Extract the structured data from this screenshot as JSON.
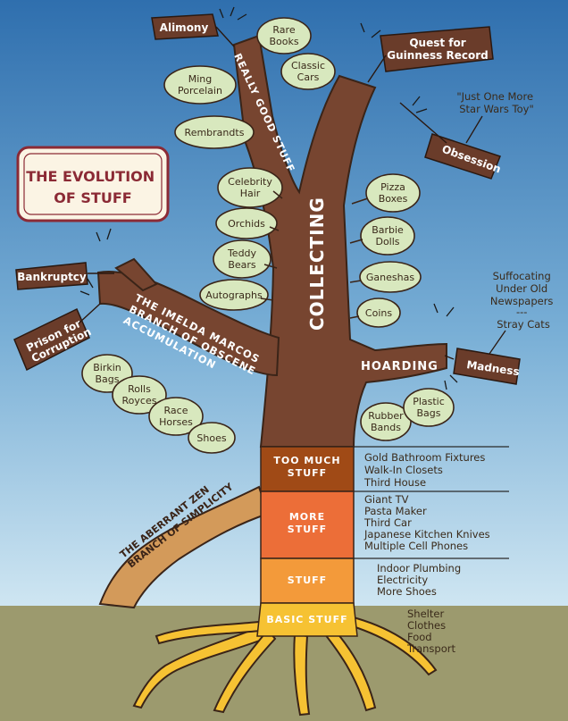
{
  "title": {
    "line1": "THE EVOLUTION",
    "line2": "OF STUFF"
  },
  "trunk": {
    "collecting": "COLLECTING",
    "really_good_stuff": "REALLY GOOD STUFF",
    "hoarding": "HOARDING",
    "imelda": [
      "THE IMELDA MARCOS",
      "BRANCH OF OBSCENE",
      "ACCUMULATION"
    ],
    "zen": [
      "THE ABERRANT ZEN",
      "BRANCH OF SIMPLICITY"
    ]
  },
  "leaves": {
    "rare_books": [
      "Rare",
      "Books"
    ],
    "classic_cars": [
      "Classic",
      "Cars"
    ],
    "ming_porcelain": [
      "Ming",
      "Porcelain"
    ],
    "rembrandts": [
      "Rembrandts"
    ],
    "celebrity_hair": [
      "Celebrity",
      "Hair"
    ],
    "orchids": [
      "Orchids"
    ],
    "teddy_bears": [
      "Teddy",
      "Bears"
    ],
    "autographs": [
      "Autographs"
    ],
    "pizza_boxes": [
      "Pizza",
      "Boxes"
    ],
    "barbie_dolls": [
      "Barbie",
      "Dolls"
    ],
    "ganeshas": [
      "Ganeshas"
    ],
    "coins": [
      "Coins"
    ],
    "birkin_bags": [
      "Birkin",
      "Bags"
    ],
    "rolls_royces": [
      "Rolls",
      "Royces"
    ],
    "race_horses": [
      "Race",
      "Horses"
    ],
    "shoes": [
      "Shoes"
    ],
    "rubber_bands": [
      "Rubber",
      "Bands"
    ],
    "plastic_bags": [
      "Plastic",
      "Bags"
    ]
  },
  "signs": {
    "alimony": "Alimony",
    "quest": [
      "Quest for",
      "Guinness Record"
    ],
    "obsession": "Obsession",
    "bankruptcy": "Bankruptcy",
    "prison": [
      "Prison for",
      "Corruption"
    ],
    "madness": "Madness"
  },
  "notes": {
    "star_wars": [
      "\"Just One More",
      "Star Wars Toy\""
    ],
    "suffocating": [
      "Suffocating",
      "Under Old",
      "Newspapers",
      "---",
      "Stray Cats"
    ]
  },
  "tiers": [
    {
      "label": [
        "TOO MUCH",
        "STUFF"
      ],
      "items": [
        "Gold Bathroom Fixtures",
        "Walk-In Closets",
        "Third House"
      ],
      "color": "#a04a16"
    },
    {
      "label": [
        "MORE",
        "STUFF"
      ],
      "items": [
        "Giant TV",
        "Pasta Maker",
        "Third Car",
        "Japanese Kitchen Knives",
        "Multiple Cell Phones"
      ],
      "color": "#ec6e38"
    },
    {
      "label": [
        "STUFF"
      ],
      "items": [
        "Indoor Plumbing",
        "Electricity",
        "More Shoes"
      ],
      "color": "#f39a3a"
    },
    {
      "label": [
        "BASIC STUFF"
      ],
      "items": [
        "Shelter",
        "Clothes",
        "Food",
        "Transport"
      ],
      "color": "#f6c233"
    }
  ],
  "colors": {
    "sky_top": "#2f6fae",
    "sky_bottom": "#cfe6f2",
    "ground": "#9c9a6e",
    "trunk": "#774530",
    "leaf": "#d8e8be",
    "sign": "#6a3c2a",
    "title_border": "#8b2a35",
    "zen_branch": "#d39a5a"
  }
}
